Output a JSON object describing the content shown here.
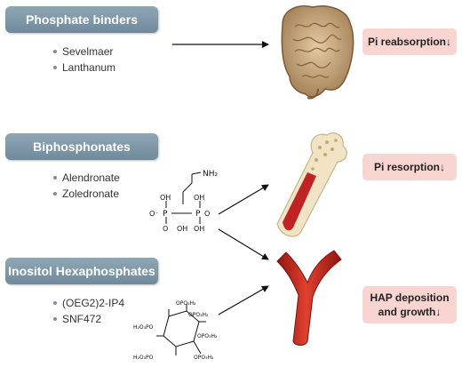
{
  "rows": [
    {
      "title": "Phosphate binders",
      "items": [
        "Sevelmaer",
        "Lanthanum"
      ]
    },
    {
      "title": "Biphosphonates",
      "items": [
        "Alendronate",
        "Zoledronate"
      ]
    },
    {
      "title": "Inositol Hexaphosphates",
      "items": [
        "(OEG2)2-IP4",
        "SNF472"
      ]
    }
  ],
  "effects": {
    "intestine": {
      "text": "Pi reabsorption↓"
    },
    "bone": {
      "text": "Pi resorption↓"
    },
    "artery": {
      "line1": "HAP deposition",
      "line2": "and growth↓"
    }
  },
  "chem": {
    "nh2": "NH₂",
    "o_minus": "O⁻",
    "p": "P",
    "o": "O",
    "oh": "OH",
    "opo3h2": "OPO₃H₂",
    "h2o3po": "H₂O₃PO"
  },
  "colors": {
    "header": "#7d96a7",
    "effect_bg": "#f9d5d1",
    "artery": "#c8261f",
    "bone_marrow": "#c02323",
    "bone_spongy": "#e6d2a2"
  }
}
